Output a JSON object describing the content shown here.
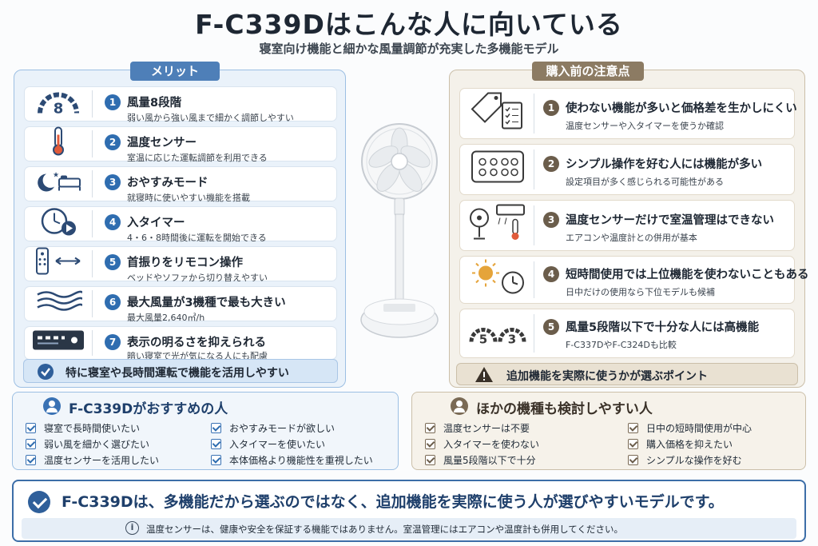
{
  "header": {
    "title": "F-C339Dはこんな人に向いている",
    "subtitle": "寝室向け機能と細かな風量調節が充実した多機能モデル"
  },
  "merits": {
    "tab": "メリット",
    "items": [
      {
        "num": "1",
        "title": "風量8段階",
        "desc": "弱い風から強い風まで細かく調節しやすい",
        "icon": "speed-8-gauge-icon",
        "icon_text": "8"
      },
      {
        "num": "2",
        "title": "温度センサー",
        "desc": "室温に応じた運転調節を利用できる",
        "icon": "thermometer-icon"
      },
      {
        "num": "3",
        "title": "おやすみモード",
        "desc": "就寝時に使いやすい機能を搭載",
        "icon": "moon-bed-icon"
      },
      {
        "num": "4",
        "title": "入タイマー",
        "desc": "4・6・8時間後に運転を開始できる",
        "icon": "clock-play-icon"
      },
      {
        "num": "5",
        "title": "首振りをリモコン操作",
        "desc": "ベッドやソファから切り替えやすい",
        "icon": "remote-swing-icon"
      },
      {
        "num": "6",
        "title": "最大風量が3機種で最も大きい",
        "desc": "最大風量2,640㎥/h",
        "icon": "wind-waves-icon"
      },
      {
        "num": "7",
        "title": "表示の明るさを抑えられる",
        "desc": "暗い寝室で光が気になる人にも配慮",
        "icon": "display-brightness-icon"
      }
    ],
    "banner": "特に寝室や長時間運転で機能を活用しやすい"
  },
  "cautions": {
    "tab": "購入前の注意点",
    "items": [
      {
        "num": "1",
        "title": "使わない機能が多いと価格差を生かしにくい",
        "desc": "温度センサーや入タイマーを使うか確認",
        "icon": "price-tag-checklist-icon"
      },
      {
        "num": "2",
        "title": "シンプル操作を好む人には機能が多い",
        "desc": "設定項目が多く感じられる可能性がある",
        "icon": "control-panel-icon"
      },
      {
        "num": "3",
        "title": "温度センサーだけで室温管理はできない",
        "desc": "エアコンや温度計との併用が基本",
        "icon": "fan-aircon-thermometer-icon"
      },
      {
        "num": "4",
        "title": "短時間使用では上位機能を使わないこともある",
        "desc": "日中だけの使用なら下位モデルも候補",
        "icon": "sun-clock-icon"
      },
      {
        "num": "5",
        "title": "風量5段階以下で十分な人には高機能",
        "desc": "F-C337DやF-C324Dも比較",
        "icon": "speed-5-3-gauge-icon",
        "icon_text_a": "5",
        "icon_text_b": "3"
      }
    ],
    "banner": "追加機能を実際に使うかが選ぶポイント"
  },
  "recommended": {
    "title": "F-C339Dがおすすめの人",
    "col1": [
      "寝室で長時間使いたい",
      "弱い風を細かく選びたい",
      "温度センサーを活用したい"
    ],
    "col2": [
      "おやすみモードが欲しい",
      "入タイマーを使いたい",
      "本体価格より機能性を重視したい"
    ]
  },
  "alternatives": {
    "title": "ほかの機種も検討しやすい人",
    "col1": [
      "温度センサーは不要",
      "入タイマーを使わない",
      "風量5段階以下で十分"
    ],
    "col2": [
      "日中の短時間使用が中心",
      "購入価格を抑えたい",
      "シンプルな操作を好む"
    ]
  },
  "conclusion": {
    "text": "F-C339Dは、多機能だから選ぶのではなく、追加機能を実際に使う人が選びやすいモデルです。",
    "note_icon": "i",
    "note": "温度センサーは、健康や安全を保証する機能ではありません。室温管理にはエアコンや温度計も併用してください。"
  },
  "colors": {
    "merit_accent": "#2f6db0",
    "caution_accent": "#6b5d4b",
    "conclusion_border": "#3c6ea8"
  }
}
